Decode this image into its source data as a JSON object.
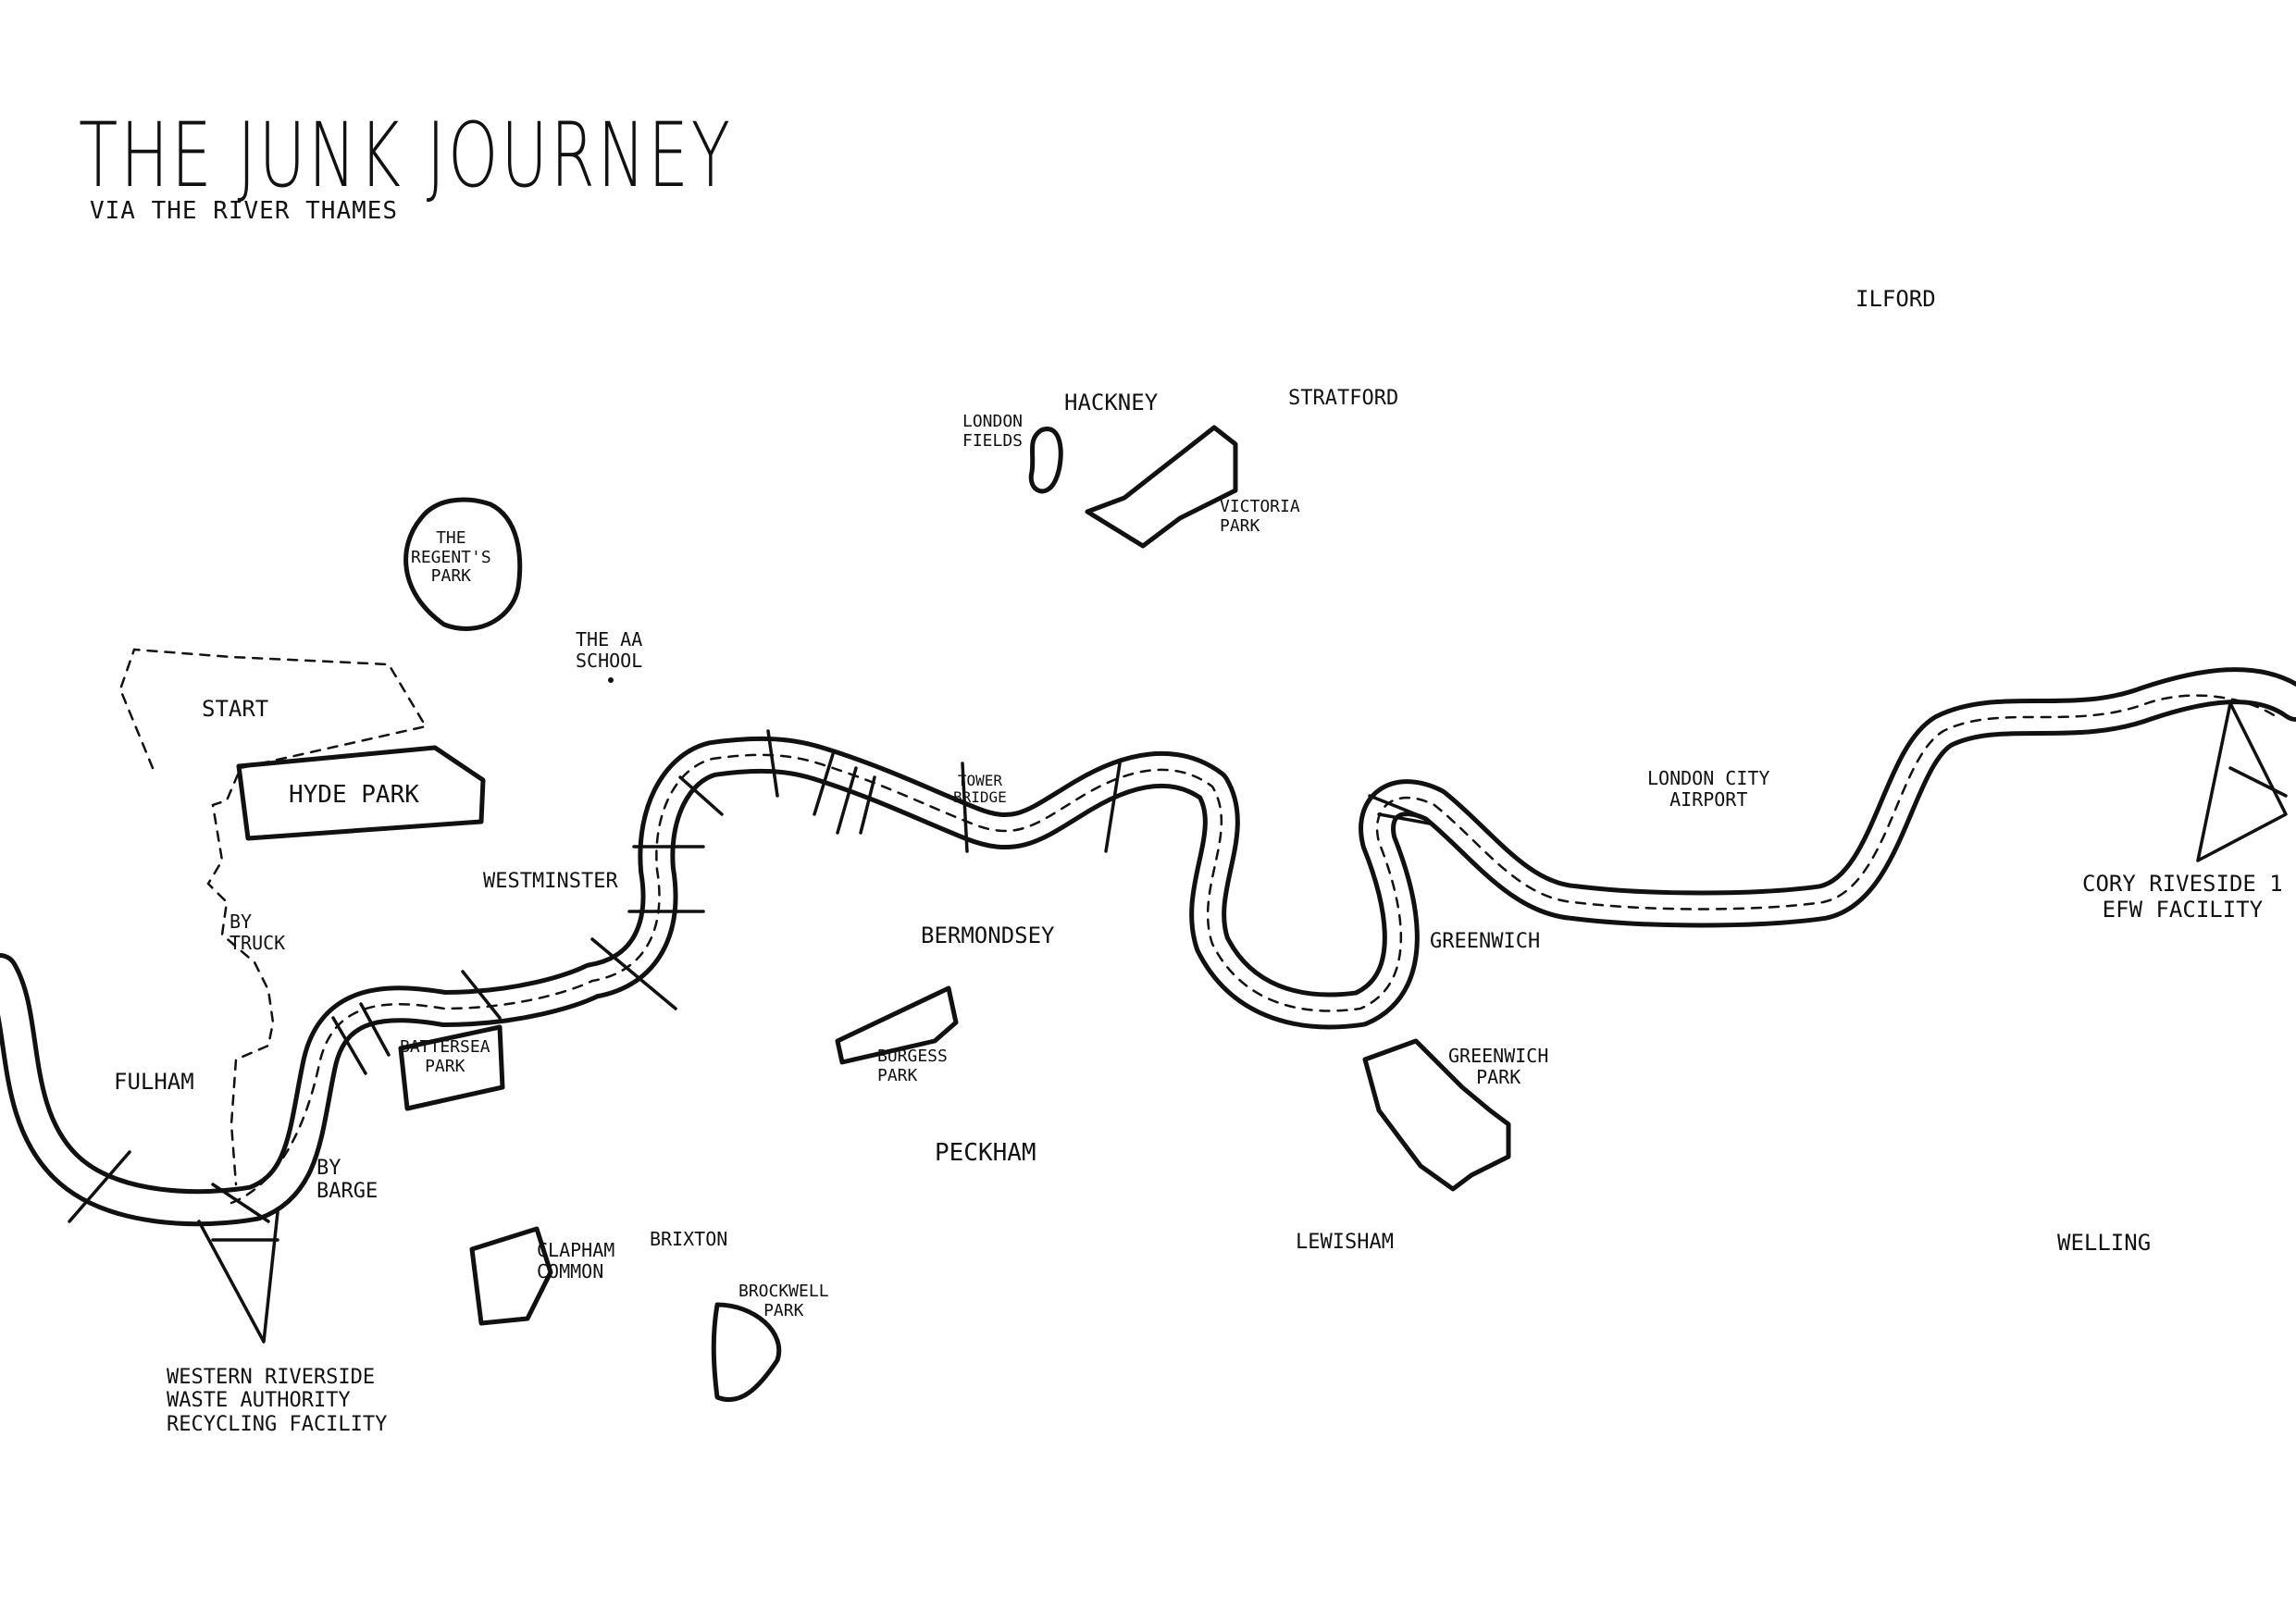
{
  "title": "THE JUNK JOURNEY",
  "subtitle": "VIA THE RIVER THAMES",
  "areas": {
    "ilford": "ILFORD",
    "hackney": "HACKNEY",
    "stratford": "STRATFORD",
    "westminster": "WESTMINSTER",
    "bermondsey": "BERMONDSEY",
    "peckham": "PECKHAM",
    "fulham": "FULHAM",
    "lewisham": "LEWISHAM",
    "welling": "WELLING",
    "brixton": "BRIXTON",
    "greenwich": "GREENWICH",
    "london_city_airport": "LONDON CITY\nAIRPORT"
  },
  "parks": {
    "regents_park": "THE\nREGENT'S\nPARK",
    "hyde_park": "HYDE PARK",
    "london_fields": "LONDON\nFIELDS",
    "victoria_park": "VICTORIA\nPARK",
    "battersea_park": "BATTERSEA\nPARK",
    "burgess_park": "BURGESS\nPARK",
    "clapham_common": "CLAPHAM\nCOMMON",
    "brockwell_park": "BROCKWELL\nPARK",
    "greenwich_park": "GREENWICH\nPARK"
  },
  "landmarks": {
    "aa_school": "THE AA\nSCHOOL",
    "tower_bridge": "TOWER\nBRIDGE"
  },
  "route": {
    "start": "START",
    "by_truck": "BY\nTRUCK",
    "by_barge": "BY\nBARGE",
    "origin": "WESTERN RIVERSIDE\nWASTE AUTHORITY\nRECYCLING FACILITY",
    "destination": "CORY RIVESIDE 1\nEFW FACILITY"
  },
  "colors": {
    "ink": "#111111",
    "paper": "#ffffff"
  }
}
